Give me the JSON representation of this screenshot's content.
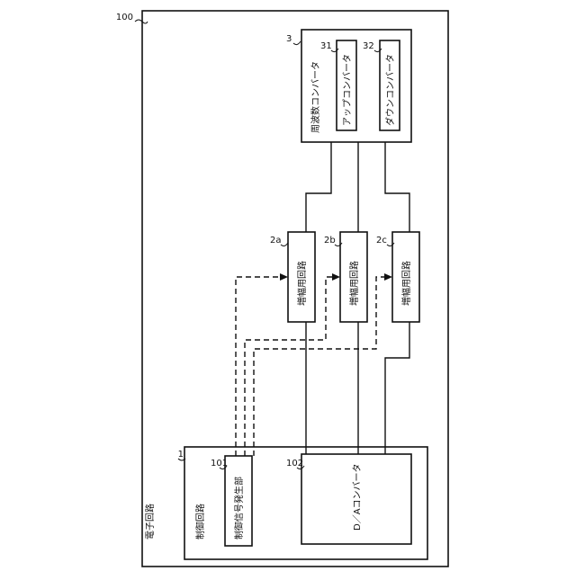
{
  "diagram": {
    "outer": {
      "ref": "100",
      "title": "電子回路"
    },
    "control": {
      "ref": "1",
      "title": "制御回路",
      "signal_gen": {
        "ref": "101",
        "label": "制御信号発生部"
      },
      "dac": {
        "ref": "102",
        "label": "D／Aコンバータ"
      }
    },
    "amplifiers": [
      {
        "ref": "2a",
        "label": "増幅用回路"
      },
      {
        "ref": "2b",
        "label": "増幅用回路"
      },
      {
        "ref": "2c",
        "label": "増幅用回路"
      }
    ],
    "freq_converter": {
      "ref": "3",
      "title": "周波数コンバータ",
      "up": {
        "ref": "31",
        "label": "アップコンバータ"
      },
      "down": {
        "ref": "32",
        "label": "ダウンコンバータ"
      }
    }
  }
}
